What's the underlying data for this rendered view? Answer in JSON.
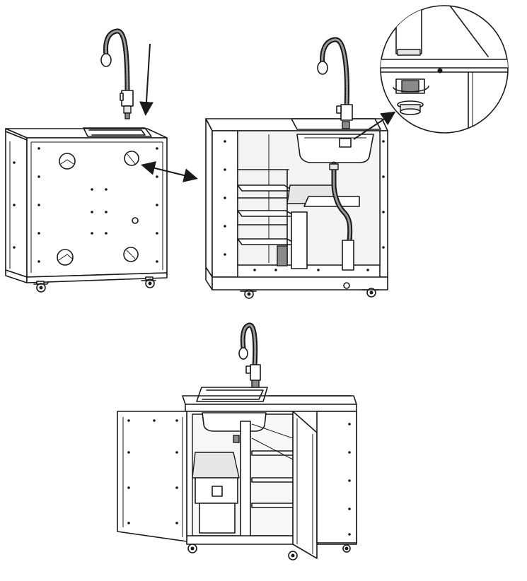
{
  "figure": {
    "steps": [
      {
        "id": "step-1",
        "description_visible": ""
      },
      {
        "id": "step-2",
        "description_visible": ""
      },
      {
        "id": "step-3",
        "description_visible": ""
      }
    ],
    "icons": [
      "faucet-icon",
      "down-arrow-icon",
      "double-arrow-icon",
      "pointer-arrow-icon",
      "magnifier-circle-icon",
      "caster-wheel-icon"
    ],
    "colors": {
      "line": "#1a1a1a",
      "panel": "#ffffff",
      "shade": "#e6e6e6",
      "dark": "#8a8a8a",
      "background": "#ffffff"
    }
  }
}
